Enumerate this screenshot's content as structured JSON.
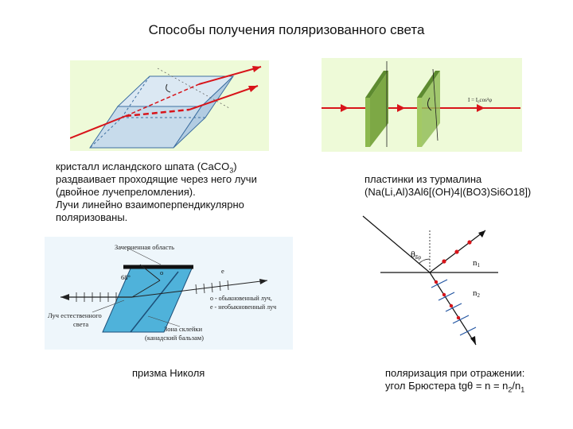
{
  "title": "Способы получения поляризованного света",
  "captions": {
    "calcite": {
      "line1_pre": "кристалл исландского шпата (CaCO",
      "line1_sub": "3",
      "line1_post": ")",
      "line2": "раздваивает проходящие через него лучи",
      "line3": "(двойное лучепреломления).",
      "line4": "Лучи линейно взаимоперпендикулярно",
      "line5": "поляризованы."
    },
    "tourmaline": {
      "line1": "пластинки из турмалина",
      "line2": "(Na(Li,Al)3Al6[(OH)4|(BO3)Si6O18])"
    },
    "nicol": "призма Николя",
    "brewster": {
      "line1": "поляризация при отражении:",
      "line2_pre": "угол Брюстера tgθ = n = n",
      "line2_sub1": "2",
      "line2_mid": "/n",
      "line2_sub2": "1"
    }
  },
  "nicol_labels": {
    "darkened": "Зачерненная область",
    "angle": "68°",
    "ray_o": "o - обыкновенный луч,",
    "ray_e": "e - необыкновенный луч",
    "natural1": "Луч естественного",
    "natural2": "света",
    "glue1": "Зона склейки",
    "glue2": "(канадский бальзам)",
    "e_mark": "e",
    "o_mark": "o"
  },
  "brewster_labels": {
    "theta": "θ",
    "theta_sub": "Бр",
    "n1": "n",
    "n1_sub": "1",
    "n2": "n",
    "n2_sub": "2"
  },
  "tourmaline_labels": {
    "formula": "I = I₀cos²φ"
  },
  "colors": {
    "panel_bg": "#eefad8",
    "ray": "#d8141a",
    "crystal": "#9fbcd6",
    "plate": "#7da845",
    "prism": "#4fb2da"
  }
}
